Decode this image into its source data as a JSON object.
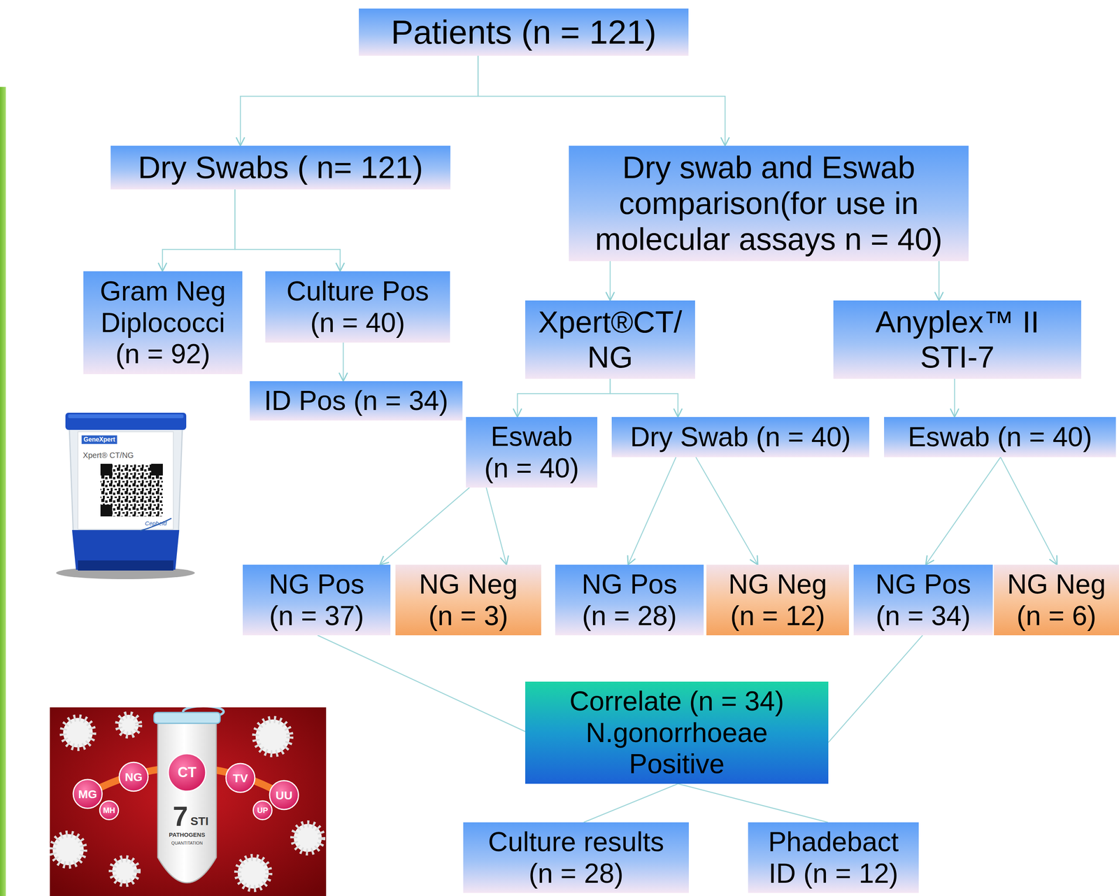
{
  "diagram": {
    "nodes": [
      {
        "text": [
          "Patients (n = 121)"
        ]
      },
      {
        "text": [
          "Dry Swabs ( n= 121)"
        ]
      },
      {
        "text": [
          "Dry swab and Eswab comparison(for use in molecular assays n = 40)"
        ]
      },
      {
        "text": [
          "Gram Neg Diplococci (n = 92)"
        ]
      },
      {
        "text": [
          "Culture Pos (n = 40)"
        ]
      },
      {
        "text": [
          "Xpert®CT/ NG"
        ]
      },
      {
        "text": [
          "Anyplex™ II STI-7"
        ]
      },
      {
        "text": [
          "ID Pos (n = 34)"
        ]
      },
      {
        "text": [
          "Eswab (n = 40)"
        ]
      },
      {
        "text": [
          "Dry Swab (n = 40)"
        ]
      },
      {
        "text": [
          "Eswab (n = 40)"
        ]
      },
      {
        "text": [
          "NG Pos (n = 37)"
        ]
      },
      {
        "text": [
          "NG Neg (n = 3)"
        ]
      },
      {
        "text": [
          "NG Pos (n = 28)"
        ]
      },
      {
        "text": [
          "NG Neg (n = 12)"
        ]
      },
      {
        "text": [
          "NG Pos (n = 34)"
        ]
      },
      {
        "text": [
          "NG Neg (n = 6)"
        ]
      },
      {
        "text": [
          "Correlate (n = 34) N.gonorrhoeae Positive"
        ]
      },
      {
        "text": [
          "Culture results (n = 28)"
        ]
      },
      {
        "text": [
          "Phadebact ID (n = 12)"
        ]
      }
    ],
    "edges": [
      {
        "from": 0,
        "to": 1,
        "arrow": "to"
      },
      {
        "from": 0,
        "to": 2,
        "arrow": "to"
      },
      {
        "from": 1,
        "to": 3,
        "arrow": "to"
      },
      {
        "from": 1,
        "to": 4,
        "arrow": "to"
      },
      {
        "from": 4,
        "to": 7,
        "arrow": "to"
      },
      {
        "from": 2,
        "to": 5,
        "arrow": "to"
      },
      {
        "from": 2,
        "to": 6,
        "arrow": "to"
      },
      {
        "from": 5,
        "to": 8,
        "arrow": "to"
      },
      {
        "from": 5,
        "to": 9,
        "arrow": "to"
      },
      {
        "from": 6,
        "to": 10,
        "arrow": "to"
      },
      {
        "from": 8,
        "to": 11,
        "arrow": "to"
      },
      {
        "from": 8,
        "to": 12,
        "arrow": "to"
      },
      {
        "from": 9,
        "to": 13,
        "arrow": "to"
      },
      {
        "from": 9,
        "to": 14,
        "arrow": "to"
      },
      {
        "from": 10,
        "to": 15,
        "arrow": "to"
      },
      {
        "from": 10,
        "to": 16,
        "arrow": "to"
      },
      {
        "from": 11,
        "to": 17,
        "arrow": "none"
      },
      {
        "from": 15,
        "to": 17,
        "arrow": "none"
      },
      {
        "from": 17,
        "to": 18,
        "arrow": "none"
      },
      {
        "from": 17,
        "to": 19,
        "arrow": "none"
      }
    ],
    "labels": [
      "GeneXpert",
      "Xpert® CT/NG",
      "Cepheid",
      "MG",
      "NG",
      "CT",
      "TV",
      "UU",
      "MH",
      "UP",
      "7",
      "STI",
      "PATHOGENS",
      "QUANTITATION"
    ]
  }
}
